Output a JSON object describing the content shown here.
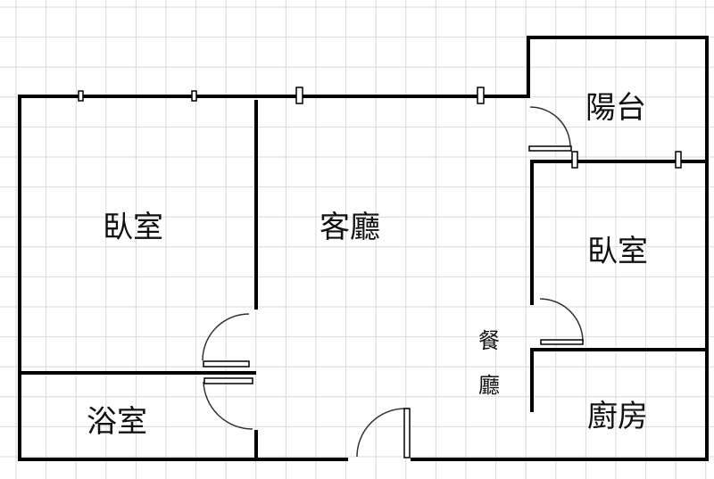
{
  "rooms": {
    "bedroom_left": "臥室",
    "living_room": "客廳",
    "balcony": "陽台",
    "bedroom_right": "臥室",
    "dining_1": "餐",
    "dining_2": "廳",
    "bathroom": "浴室",
    "kitchen": "廚房"
  }
}
